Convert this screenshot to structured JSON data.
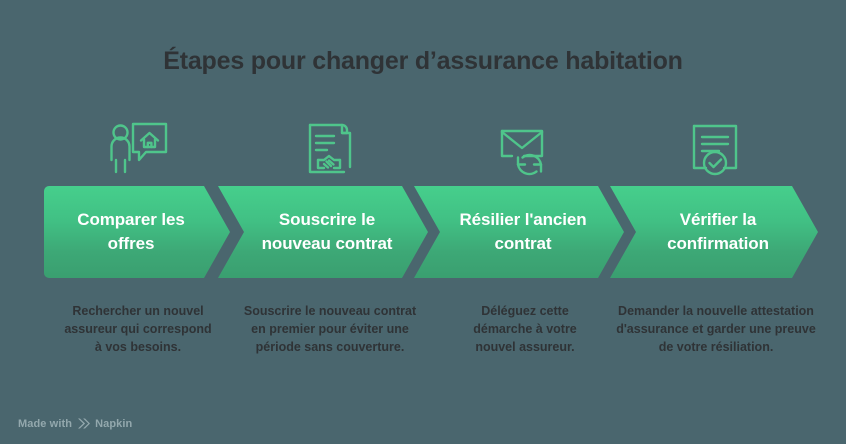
{
  "title": "Étapes pour changer d’assurance habitation",
  "colors": {
    "background": "#4a666e",
    "arrow_top": "#46cf8c",
    "arrow_bottom": "#3a9f70",
    "icon_green": "#4fc58b",
    "text_dark": "#2f3336",
    "step_label": "#ffffff",
    "watermark": "#93a8ad"
  },
  "steps": [
    {
      "icon": "person-house-speech-bubble-icon",
      "label": "Comparer les\noffres",
      "caption": "Rechercher un nouvel\nassureur qui correspond\nà vos besoins."
    },
    {
      "icon": "contract-handshake-icon",
      "label": "Souscrire le\nnouveau contrat",
      "caption": "Souscrire le nouveau contrat\nen premier pour éviter une\npériode sans couverture."
    },
    {
      "icon": "envelope-refresh-icon",
      "label": "Résilier l'ancien\ncontrat",
      "caption": "Déléguez cette\ndémarche à votre\nnouvel assureur."
    },
    {
      "icon": "document-check-badge-icon",
      "label": "Vérifier la\nconfirmation",
      "caption": "Demander la nouvelle attestation\nd'assurance et garder une preuve\nde votre résiliation."
    }
  ],
  "watermark": {
    "prefix": "Made with",
    "brand": "Napkin",
    "icon": "napkin-logo-icon"
  }
}
